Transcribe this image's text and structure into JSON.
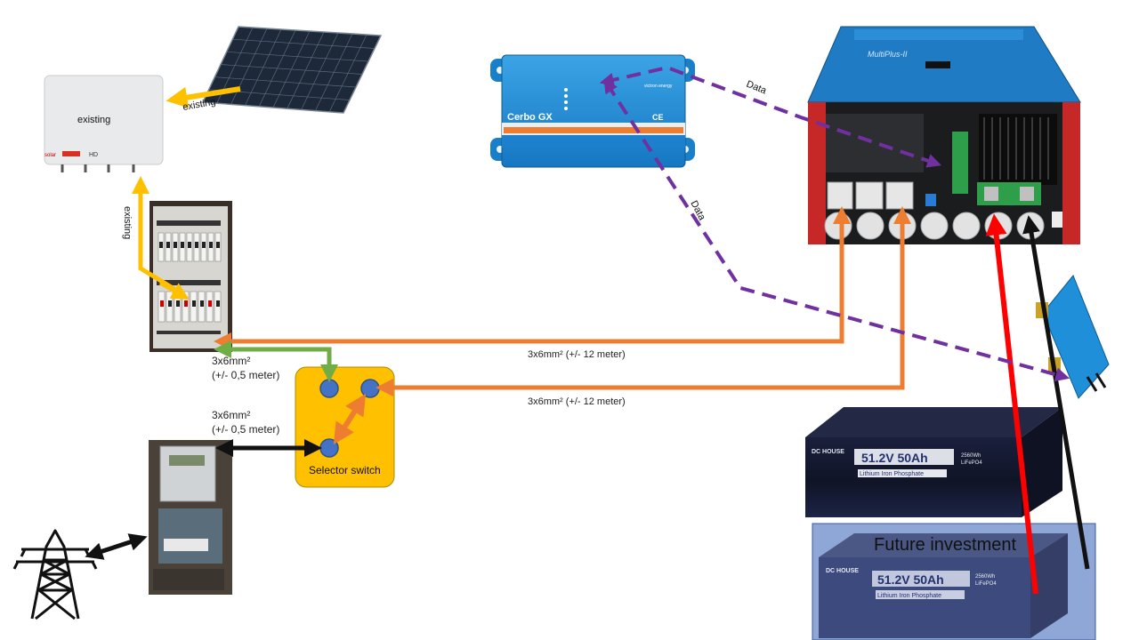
{
  "inverter": {
    "label": "existing",
    "brand_a": "solar",
    "brand_b": "HD"
  },
  "solar_link_label": "existing",
  "panel_link_label": "existing",
  "cable_short_1": {
    "line1": "3x6mm²",
    "line2": "(+/- 0,5 meter)"
  },
  "cable_short_2": {
    "line1": "3x6mm²",
    "line2": "(+/- 0,5 meter)"
  },
  "cable_long_1": "3x6mm² (+/- 12 meter)",
  "cable_long_2": "3x6mm² (+/- 12 meter)",
  "selector_switch": {
    "label": "Selector switch"
  },
  "cerbo": {
    "name": "Cerbo GX",
    "brand": "victron energy",
    "ce_mark": "CE"
  },
  "data_labels": [
    "Data",
    "Data"
  ],
  "multiplus": {
    "name": "MultiPlus-II"
  },
  "battery_1": {
    "brand": "DC HOUSE",
    "voltage": "51.2V 50Ah",
    "chemistry": "Lithium Iron Phosphate",
    "energy": "2560Wh",
    "type": "LiFePO4"
  },
  "battery_2": {
    "brand": "DC HOUSE",
    "voltage": "51.2V 50Ah",
    "chemistry": "Lithium Iron Phosphate",
    "energy": "2560Wh",
    "type": "LiFePO4"
  },
  "future": {
    "label": "Future investment"
  },
  "colors": {
    "solar": "#ffc000",
    "ac": "#ed7d31",
    "grid_link": "#70ad47",
    "data": "#7030a0",
    "battery_pos": "#ff0000",
    "battery_neg": "#111111",
    "victron_blue": "#1e90d6",
    "switch_fill": "#ffc000",
    "future_box": "#8fa7d6"
  }
}
